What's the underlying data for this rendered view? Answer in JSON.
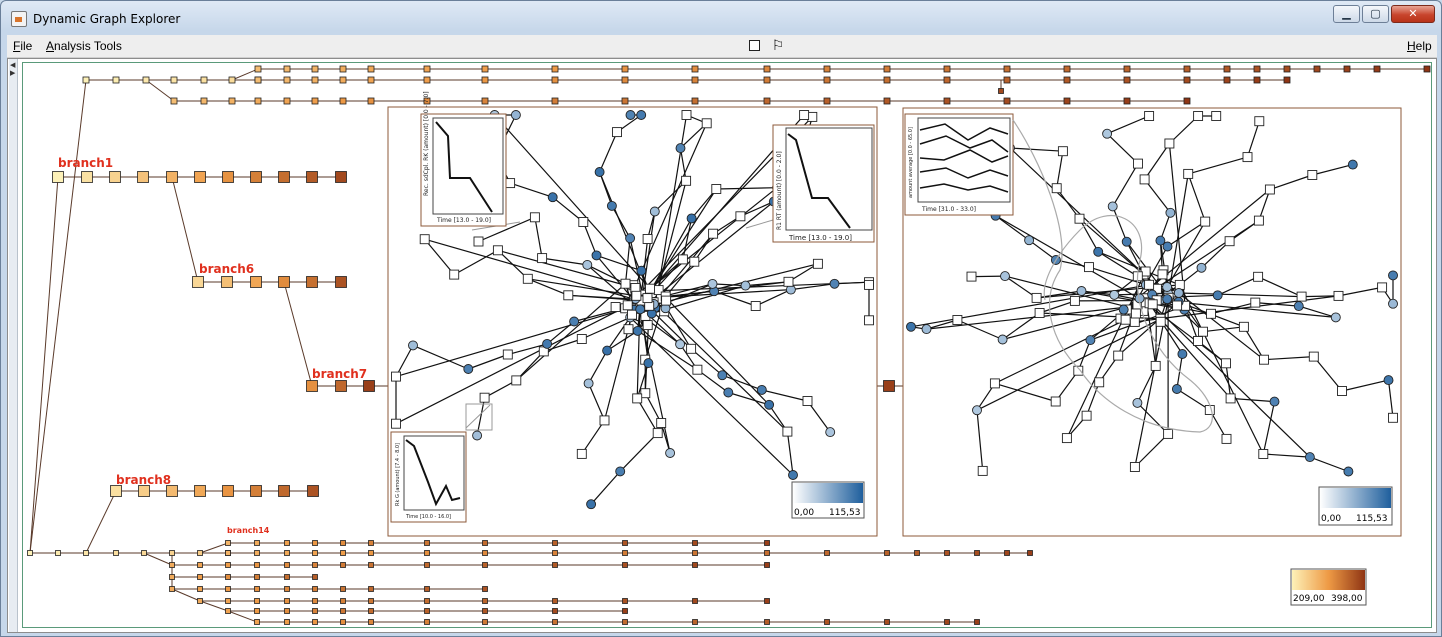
{
  "window": {
    "title": "Dynamic Graph Explorer"
  },
  "menu": {
    "file": "File",
    "file_mnemonic": "F",
    "file_rest": "ile",
    "analysis": "Analysis Tools",
    "analysis_mnemonic": "A",
    "analysis_rest": "nalysis Tools",
    "help": "Help",
    "help_mnemonic": "H",
    "help_rest": "elp"
  },
  "toolbar": {
    "icons": [
      "square-tool-icon",
      "flag-tool-icon"
    ]
  },
  "branches": {
    "branch1": "branch1",
    "branch6": "branch6",
    "branch7": "branch7",
    "branch8": "branch8",
    "branch14": "branch14"
  },
  "left_graph": {
    "legend_min": "0,00",
    "legend_max": "115,53",
    "inset_top": {
      "ylabel": "Rec. sdCpl. RK (amount) [0.0 - 7.0]",
      "xlabel": "Time [13.0 - 19.0]"
    },
    "inset_right": {
      "ylabel": "R1 RT (amount) [0.0 - 2.0]",
      "xlabel": "Time [13.0 - 19.0]"
    },
    "inset_bottom": {
      "ylabel": "Rk G (amount) [7.4 - 8.0]",
      "xlabel": "Time [10.0 - 16.0]"
    }
  },
  "right_graph": {
    "legend_min": "0,00",
    "legend_max": "115,53",
    "inset": {
      "ylabel": "amount average [0.0 - 65.0]",
      "xlabel": "Time [31.0 - 33.0]"
    }
  },
  "tree_legend": {
    "min": "209,00",
    "max": "398,00"
  },
  "colors": {
    "node_light": "#fdf1b8",
    "node_dark": "#8f3514",
    "blue_dark": "#1f5f9d",
    "blue_light": "#eef6fc",
    "branch_label": "#e0301e"
  }
}
